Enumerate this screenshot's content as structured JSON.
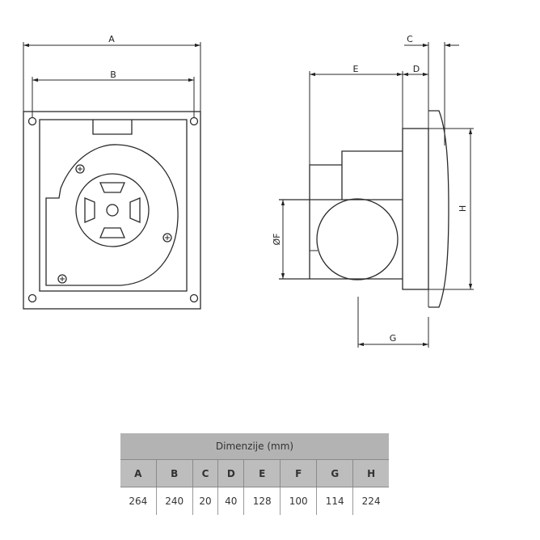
{
  "drawing": {
    "front_view_labels": {
      "A": "A",
      "B": "B"
    },
    "side_view_labels": {
      "C": "C",
      "D": "D",
      "E": "E",
      "F": "ØF",
      "G": "G",
      "H": "H"
    }
  },
  "table": {
    "title": "Dimenzije (mm)",
    "headers": [
      "A",
      "B",
      "C",
      "D",
      "E",
      "F",
      "G",
      "H"
    ],
    "values": [
      "264",
      "240",
      "20",
      "40",
      "128",
      "100",
      "114",
      "224"
    ]
  }
}
